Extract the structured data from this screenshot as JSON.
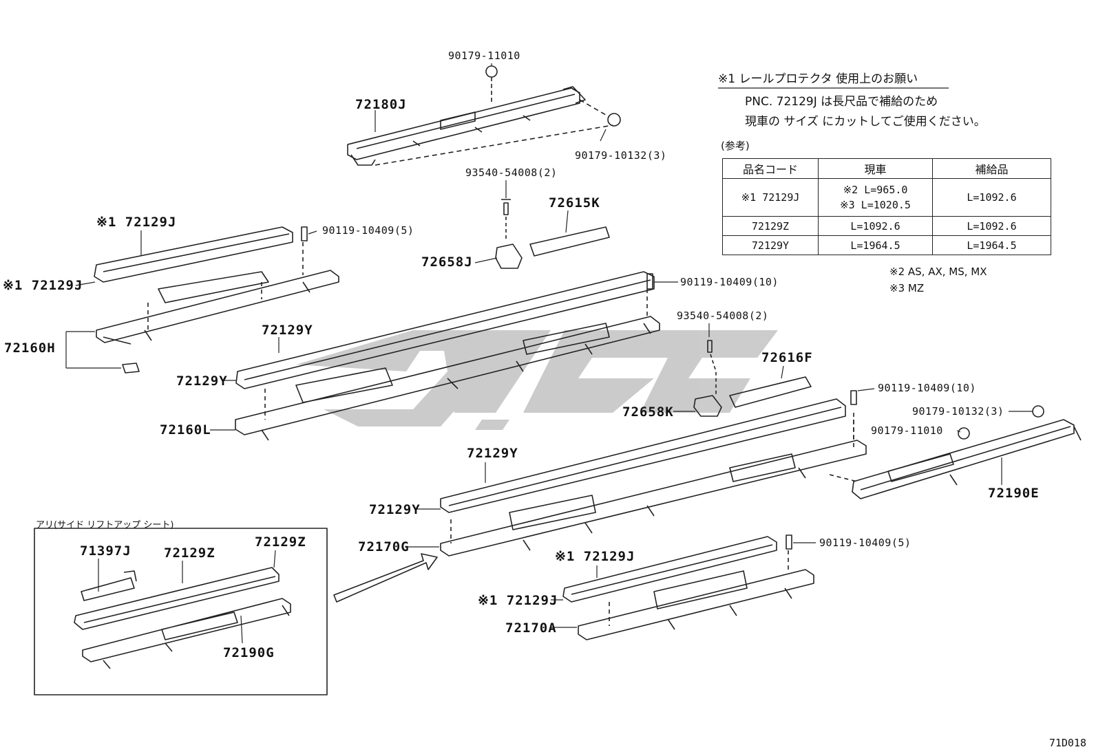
{
  "labels": {
    "p90179_11010_top": "90179-11010",
    "p72180J": "72180J",
    "p90179_10132_top": "90179-10132(3)",
    "p93540_top": "93540-54008(2)",
    "p72615K": "72615K",
    "p72658J": "72658J",
    "p72129J_a": "※1 72129J",
    "p90119_5_top": "90119-10409(5)",
    "p72129J_b": "※1 72129J",
    "p72160H": "72160H",
    "p90119_10_mid": "90119-10409(10)",
    "p72129Y_a": "72129Y",
    "p72129Y_b": "72129Y",
    "p72160L": "72160L",
    "p93540_mid": "93540-54008(2)",
    "p72616F": "72616F",
    "p72658K": "72658K",
    "p90119_10_right": "90119-10409(10)",
    "p90179_10132_right": "90179-10132(3)",
    "p90179_11010_right": "90179-11010",
    "p72190E": "72190E",
    "p72129Y_c": "72129Y",
    "p72129Y_d": "72129Y",
    "p72170G": "72170G",
    "p90119_5_bot": "90119-10409(5)",
    "p72129J_c": "※1 72129J",
    "p72129J_d": "※1 72129J",
    "p72170A": "72170A",
    "p71397J": "71397J",
    "p72129Z_a": "72129Z",
    "p72129Z_b": "72129Z",
    "p72190G": "72190G"
  },
  "notes": {
    "heading": "※1 レールプロテクタ 使用上のお願い",
    "line1": "PNC. 72129J は長尺品で補給のため",
    "line2": "現車の サイズ にカットしてご使用ください。",
    "ref": "(参考)",
    "foot2": "※2  AS, AX, MS, MX",
    "foot3": "※3  MZ"
  },
  "table": {
    "headers": [
      "品名コード",
      "現車",
      "補給品"
    ],
    "rows": [
      {
        "code": "※1 72129J",
        "current": [
          "※2  L=965.0",
          "※3  L=1020.5"
        ],
        "supply": "L=1092.6"
      },
      {
        "code": "72129Z",
        "current": [
          "L=1092.6"
        ],
        "supply": "L=1092.6"
      },
      {
        "code": "72129Y",
        "current": [
          "L=1964.5"
        ],
        "supply": "L=1964.5"
      }
    ]
  },
  "inset": {
    "title": "アリ(サイド リフトアップ シート)"
  },
  "diagram_code": "71D018",
  "colors": {
    "line": "#222222",
    "watermark": "#c8c8c8"
  }
}
